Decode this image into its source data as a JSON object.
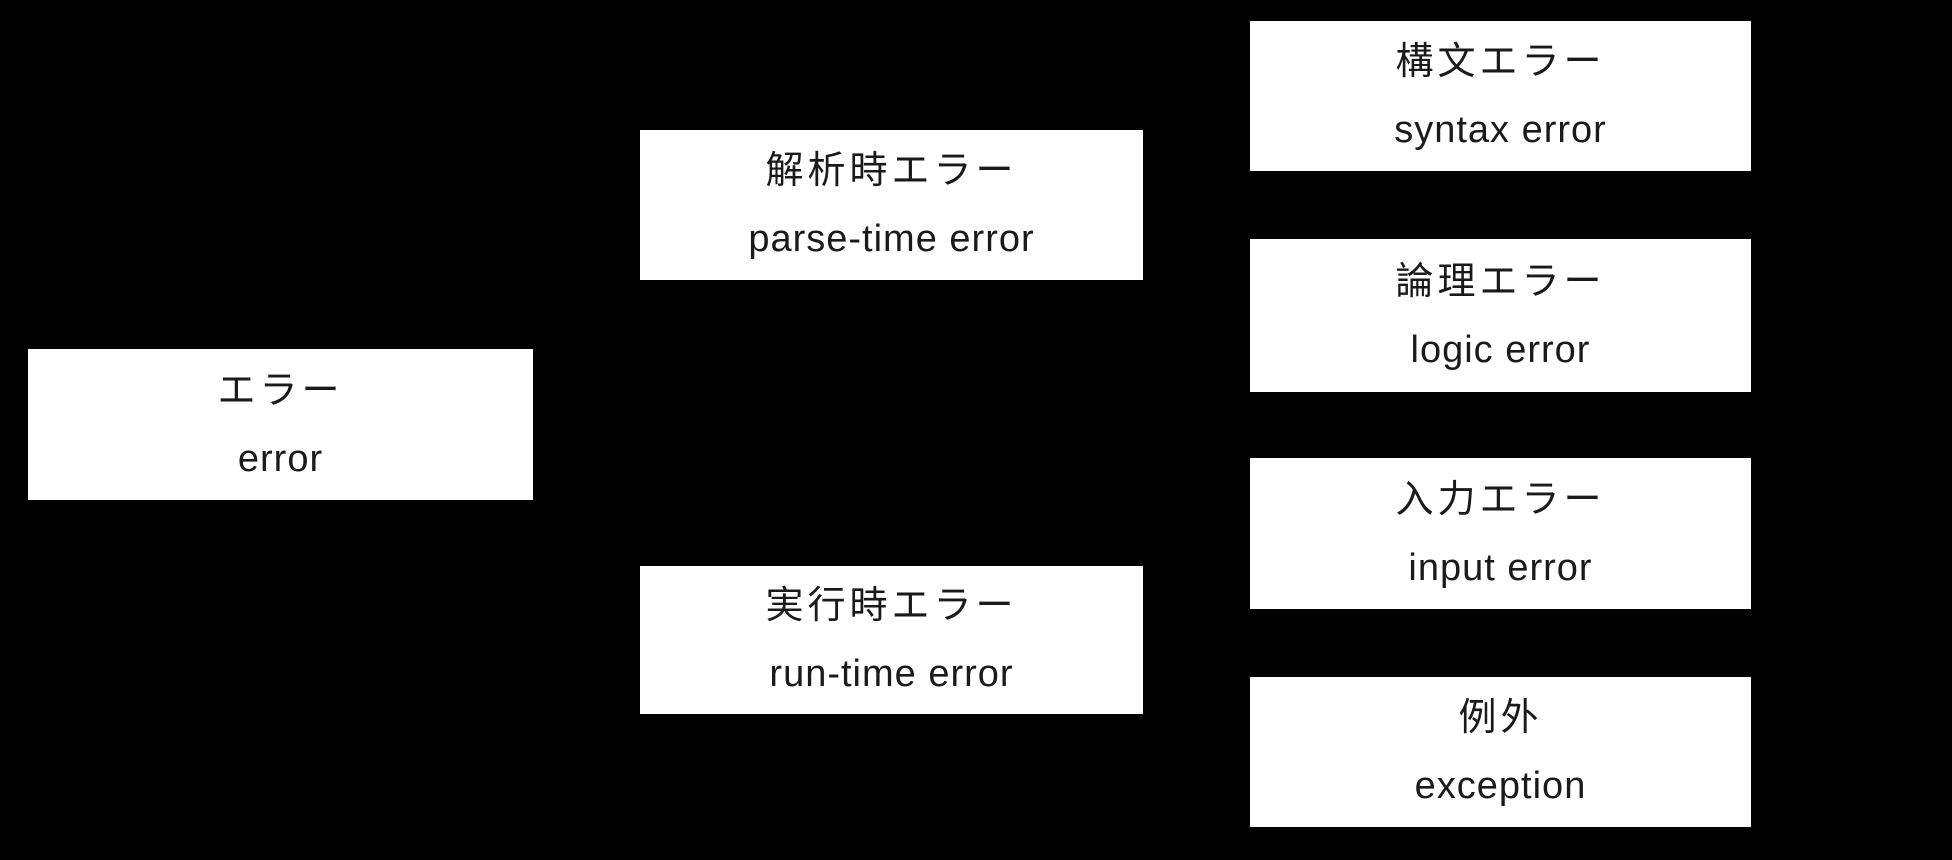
{
  "page": {
    "background_color": "#000000",
    "box_fill_color": "#ffffff",
    "box_text_color": "#1a1a1a"
  },
  "diagram": {
    "description_visible_structure": "three columns of white label boxes on black background",
    "nodes": {
      "error": {
        "ja": "エラー",
        "en": "error"
      },
      "parse_time": {
        "ja": "解析時エラー",
        "en": "parse-time error"
      },
      "run_time": {
        "ja": "実行時エラー",
        "en": "run-time error"
      },
      "syntax": {
        "ja": "構文エラー",
        "en": "syntax error"
      },
      "logic": {
        "ja": "論理エラー",
        "en": "logic error"
      },
      "input": {
        "ja": "入力エラー",
        "en": "input error"
      },
      "exception": {
        "ja": "例外",
        "en": "exception"
      }
    }
  }
}
